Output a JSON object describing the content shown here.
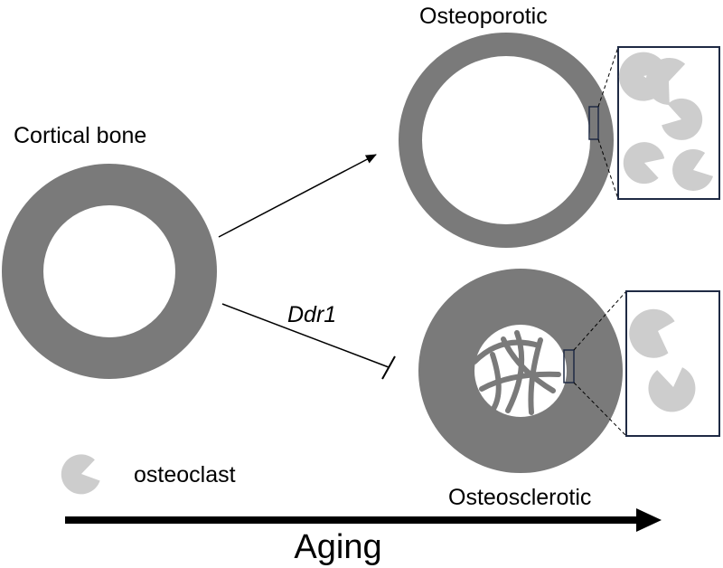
{
  "labels": {
    "cortical": "Cortical bone",
    "osteoporotic": "Osteoporotic",
    "osteosclerotic": "Osteosclerotic",
    "inhibitor": "Ddr1",
    "osteoclast": "osteoclast",
    "aging": "Aging"
  },
  "colors": {
    "bone": "#7a7a7a",
    "osteoclast": "#cdcdcd",
    "boxBorder": "#1f2a44",
    "arrow": "#000000",
    "background": "#ffffff"
  }
}
